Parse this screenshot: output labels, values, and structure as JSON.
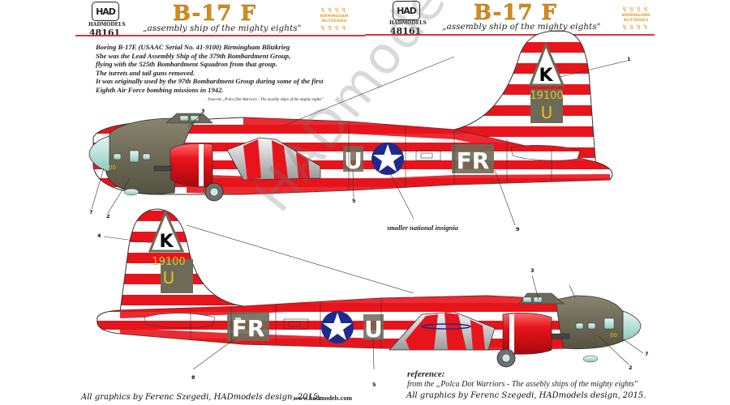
{
  "header": {
    "left": {
      "logo": "HAD",
      "brand": "HADMODELS",
      "product_code": "48161",
      "title": "B-17 F",
      "subtitle": "„assembly ship of the mighty eights\"",
      "badge": {
        "bolts": "↯↯↯↯",
        "line1": "BIRMINGHAM",
        "line2": "BLITZKRIEG"
      }
    },
    "right": {
      "logo": "HAD",
      "brand": "HADMODELS",
      "product_code": "48161",
      "title": "B-17 F",
      "subtitle": "„assembly ship of the mighty eights\"",
      "badge": {
        "bolts": "↯↯↯↯",
        "line1": "BIRMINGHAM",
        "line2": "BLITZKRIEG"
      }
    },
    "rule_color": "#d9343a",
    "title_color": "#d68a1d"
  },
  "description": {
    "lines": [
      "Boeing B-17E (USAAC Serial No. 41-9100) Birmingham Blitzkrieg",
      " She was the Lead Assembly Ship of the 379th Bombardment Group,",
      " flying with the 525th Bombardment Squadron from that group.",
      "The turrets and tail guns removed.",
      "It was originally used by the 97th Bombardment Group during some of the first",
      "Eighth Air Force bombing missions in 1942."
    ],
    "source": "from the „Polca Dot Warriors - The assebly ships of the mighty eights\""
  },
  "aircraft": {
    "colors": {
      "red": "#e8141c",
      "white": "#ffffff",
      "olive": "#6e6a58",
      "insignia_blue": "#1d2a8e",
      "code_yellow": "#e8c020",
      "glass": "#bfe3de"
    },
    "tail_letter": "K",
    "tail_serial": "19100",
    "tail_code": "U",
    "fuselage_code": "FR",
    "fuselage_letter": "U",
    "nose_number": "00"
  },
  "callouts": {
    "top": [
      "1",
      "3",
      "7",
      "2",
      "5",
      "9"
    ],
    "bottom": [
      "4",
      "3",
      "7",
      "2",
      "8",
      "5"
    ]
  },
  "notes": {
    "smaller_insignia": "smaller national insignia"
  },
  "reference": {
    "heading": "reference:",
    "text": "from the „Polca Dot Warriors - The assebly ships of the mighty eights\""
  },
  "footer": {
    "credit_left": "All graphics by Ferenc Szegedi, HADmodels design, 2015.",
    "url": "www.hadmodels.com",
    "credit_right": "All graphics by Ferenc Szegedi, HADmodels design, 2015."
  },
  "watermark": "HADmodels"
}
